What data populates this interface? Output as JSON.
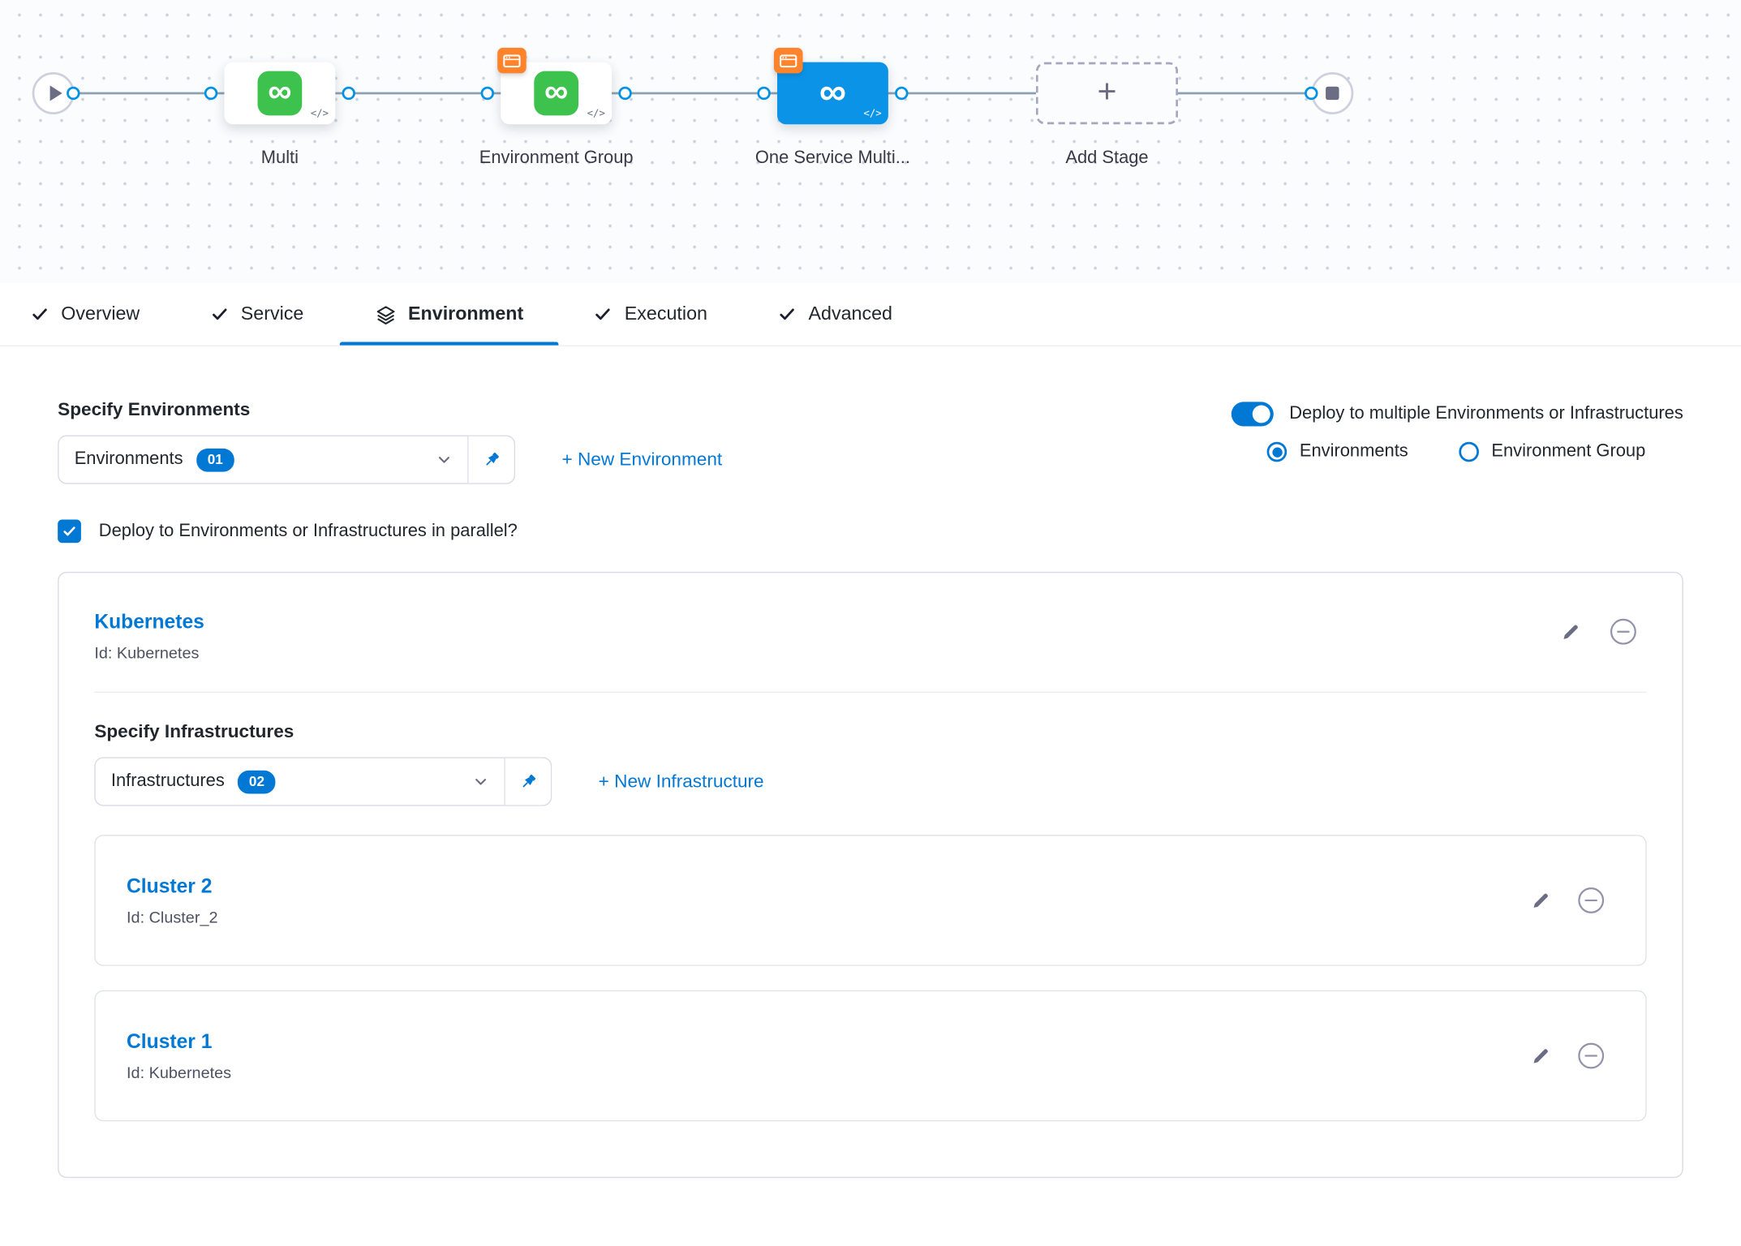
{
  "pipeline": {
    "stages": [
      {
        "label": "Multi"
      },
      {
        "label": "Environment Group"
      },
      {
        "label": "One Service Multi..."
      },
      {
        "label": "Add Stage"
      }
    ],
    "infinity_glyph": "∞",
    "code_glyph": "</>",
    "plus_glyph": "+"
  },
  "tabs": [
    {
      "label": "Overview"
    },
    {
      "label": "Service"
    },
    {
      "label": "Environment"
    },
    {
      "label": "Execution"
    },
    {
      "label": "Advanced"
    }
  ],
  "environments": {
    "heading": "Specify Environments",
    "dropdown_label": "Environments",
    "dropdown_count": "01",
    "new_environment": "+ New Environment",
    "toggle_label": "Deploy to multiple Environments or Infrastructures",
    "radio_options": [
      {
        "label": "Environments",
        "selected": true
      },
      {
        "label": "Environment Group",
        "selected": false
      }
    ],
    "parallel_label": "Deploy to Environments or Infrastructures in parallel?"
  },
  "environment_card": {
    "name": "Kubernetes",
    "id": "Id: Kubernetes",
    "infrastructure": {
      "heading": "Specify Infrastructures",
      "dropdown_label": "Infrastructures",
      "dropdown_count": "02",
      "new_infrastructure": "+ New Infrastructure",
      "items": [
        {
          "name": "Cluster 2",
          "id": "Id: Cluster_2"
        },
        {
          "name": "Cluster 1",
          "id": "Id: Kubernetes"
        }
      ]
    }
  },
  "colors": {
    "primary_blue": "#0278d5",
    "node_selected_blue": "#0b93e7",
    "connector_blue": "#0092e4",
    "service_green": "#3dc34d",
    "badge_orange": "#ff832b"
  }
}
